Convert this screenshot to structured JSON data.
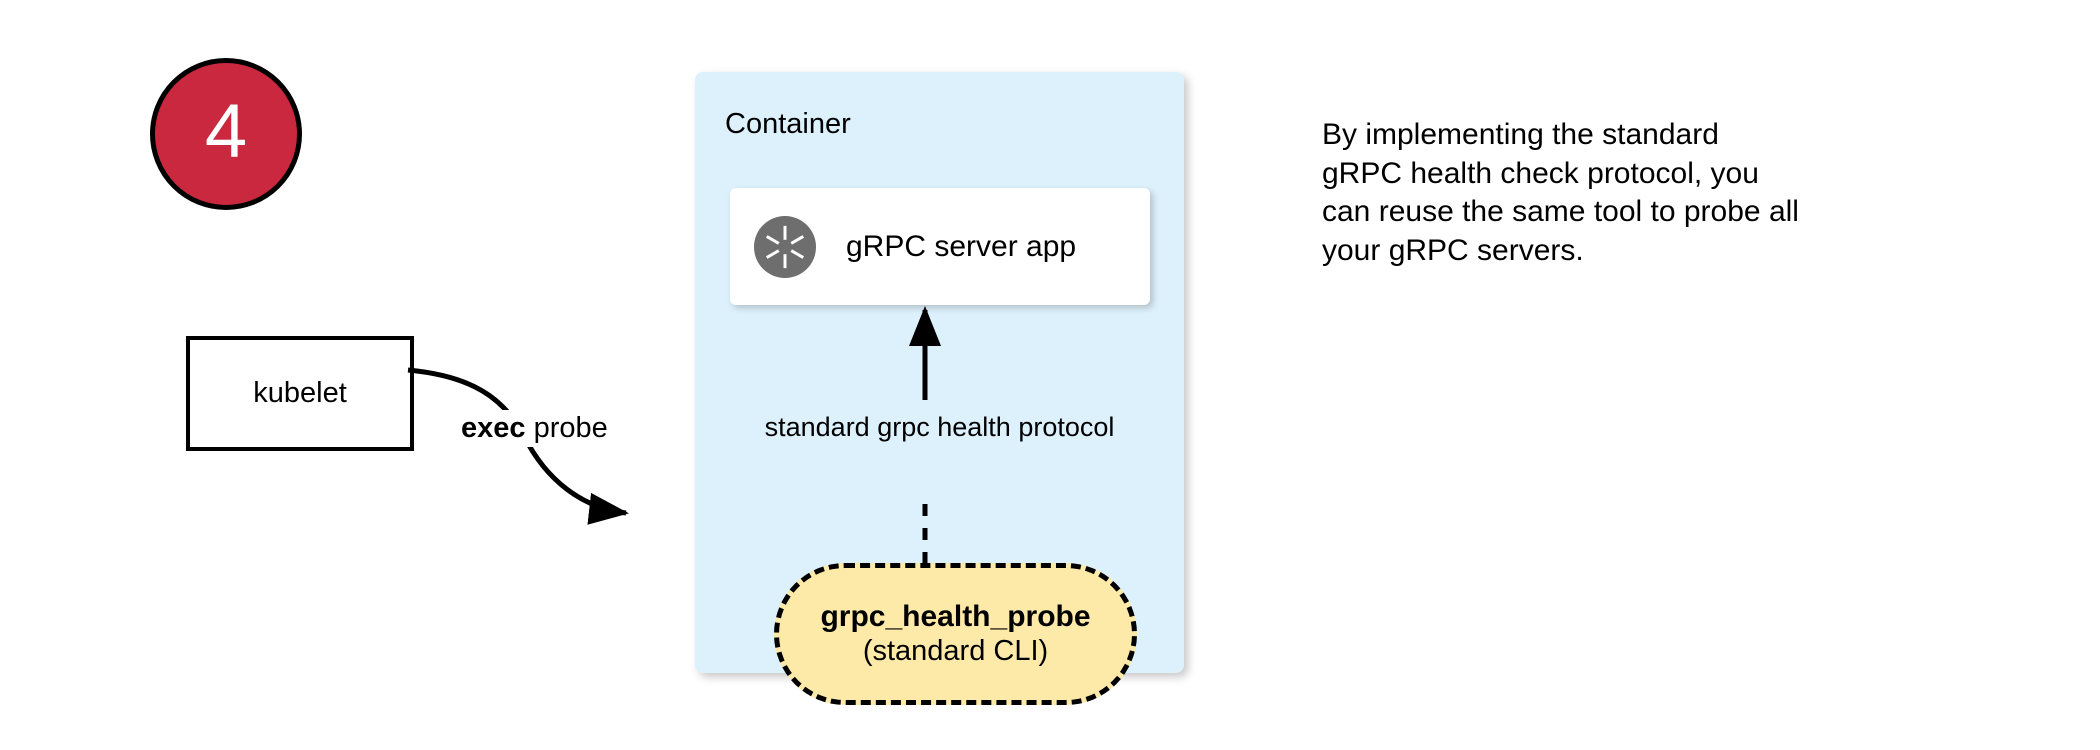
{
  "step": {
    "number": "4",
    "circle_color": "#c9283e",
    "text_color": "#ffffff"
  },
  "kubelet": {
    "label": "kubelet"
  },
  "exec_probe": {
    "bold_part": "exec",
    "rest_part": " probe"
  },
  "container": {
    "title": "Container",
    "fill_color": "#ddf1fc"
  },
  "grpc_server": {
    "label": "gRPC server app",
    "icon": "grpc-aperture-icon",
    "icon_color": "#6e6e6e"
  },
  "protocol": {
    "line1": "standard grpc",
    "line2": "health protocol"
  },
  "health_probe": {
    "title": "grpc_health_probe",
    "subtitle": "(standard CLI)",
    "fill_color": "#fde9a8",
    "border_style": "dashed"
  },
  "caption": {
    "lines": [
      "By implementing the standard",
      "gRPC health check protocol, you",
      "can reuse the same tool to probe all",
      "your gRPC servers."
    ]
  }
}
